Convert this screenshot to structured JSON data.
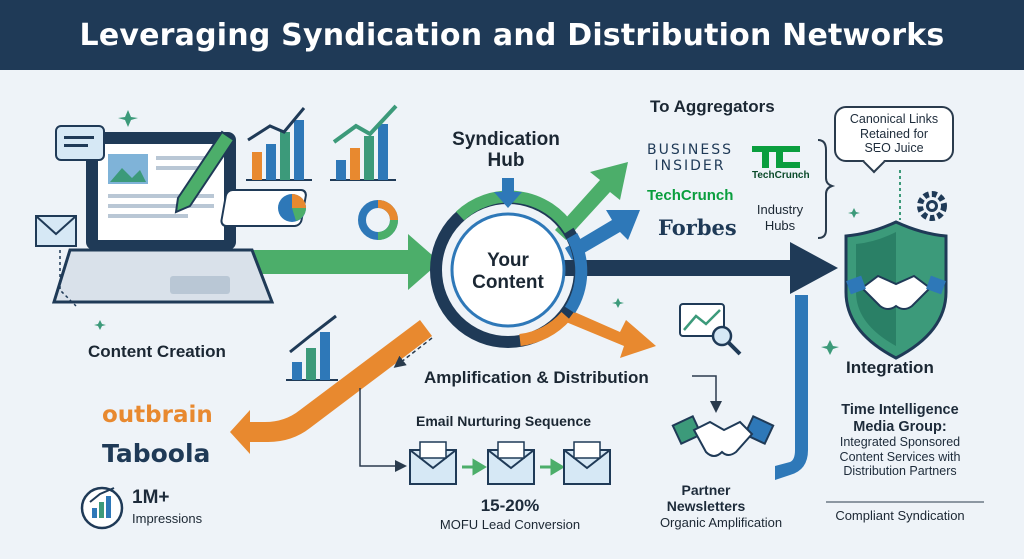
{
  "header": {
    "title": "Leveraging Syndication and Distribution Networks"
  },
  "colors": {
    "navy": "#1f3a57",
    "blue": "#2e78b8",
    "teal": "#3c9a7a",
    "green": "#4cae6a",
    "orange": "#e8892f",
    "bg": "#eef3f8"
  },
  "creation": {
    "label": "Content Creation"
  },
  "hub": {
    "label_line1": "Syndication",
    "label_line2": "Hub",
    "center_line1": "Your",
    "center_line2": "Content"
  },
  "aggregators": {
    "title": "To Aggregators",
    "brands": [
      "BUSINESS",
      "INSIDER",
      "TechCrunch",
      "Forbes"
    ],
    "tc_logo_text": "TechCrunch",
    "industry_line1": "Industry",
    "industry_line2": "Hubs"
  },
  "canonical": {
    "line1": "Canonical Links",
    "line2": "Retained for",
    "line3": "SEO Juice"
  },
  "integration": {
    "label": "Integration"
  },
  "amplification": {
    "label": "Amplification & Distribution"
  },
  "email": {
    "title": "Email Nurturing Sequence",
    "rate": "15-20%",
    "rate_label": "MOFU Lead Conversion"
  },
  "native": {
    "brands": [
      "outbrain",
      "Taboola"
    ],
    "impressions_value": "1M+",
    "impressions_label": "Impressions"
  },
  "partner": {
    "line1": "Partner",
    "line2": "Newsletters",
    "subtitle": "Organic Amplification"
  },
  "tig": {
    "line1": "Time Intelligence",
    "line2": "Media Group:",
    "desc1": "Integrated Sponsored",
    "desc2": "Content Services with",
    "desc3": "Distribution Partners",
    "footer": "Compliant Syndication"
  },
  "icons": [
    "laptop-icon",
    "pencil-icon",
    "bar-chart-icon",
    "pie-chart-icon",
    "donut-chart-icon",
    "chat-bubble-icon",
    "envelope-icon",
    "shield-icon",
    "handshake-icon",
    "gear-icon",
    "magnifier-chart-icon",
    "sparkle-icon"
  ]
}
